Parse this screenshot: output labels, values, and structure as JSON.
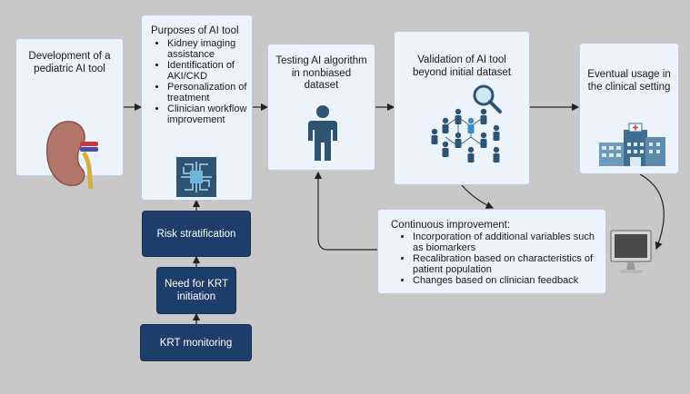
{
  "boxes": {
    "development": {
      "title": "Development of a pediatric AI tool"
    },
    "purposes": {
      "title": "Purposes of AI tool",
      "items": [
        "Kidney imaging assistance",
        "Identification of AKI/CKD",
        "Personalization of treatment",
        "Clinician workflow improvement"
      ]
    },
    "testing": {
      "title": "Testing AI algorithm in nonbiased dataset"
    },
    "validation": {
      "title": "Validation of AI tool beyond initial dataset"
    },
    "usage": {
      "title": "Eventual usage in the clinical setting"
    },
    "continuous": {
      "title": "Continuous improvement:",
      "items": [
        "Incorporation of additional variables such as biomarkers",
        "Recalibration based on characteristics of patient population",
        "Changes based on clinician feedback"
      ]
    }
  },
  "dark_boxes": {
    "risk": "Risk stratification",
    "krt_need": "Need for KRT initiation",
    "krt_monitoring": "KRT monitoring"
  },
  "icons": [
    "kidney-icon",
    "ai-chip-icon",
    "person-icon",
    "population-search-icon",
    "hospital-icon",
    "computer-monitor-icon"
  ],
  "colors": {
    "box_fill": "#edf3fb",
    "dark_box_fill": "#1f3d6b",
    "background": "#c8c8c8"
  }
}
